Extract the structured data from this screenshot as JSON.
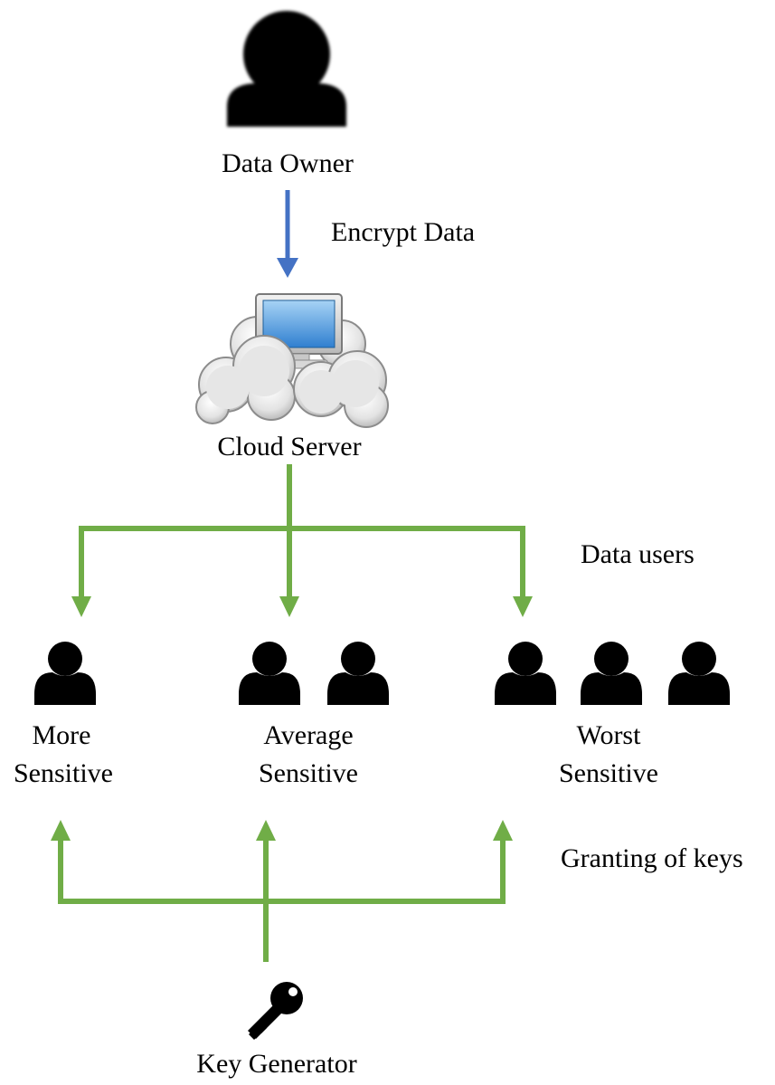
{
  "nodes": {
    "data_owner": "Data Owner",
    "cloud_server": "Cloud Server",
    "key_generator": "Key Generator"
  },
  "edge_labels": {
    "encrypt_data": "Encrypt Data",
    "data_users": "Data users",
    "granting_of_keys": "Granting of keys"
  },
  "user_groups": [
    {
      "line1": "More",
      "line2": "Sensitive",
      "user_count": 1
    },
    {
      "line1": "Average",
      "line2": "Sensitive",
      "user_count": 2
    },
    {
      "line1": "Worst",
      "line2": "Sensitive",
      "user_count": 3
    }
  ],
  "colors": {
    "encrypt_arrow": "#4472c4",
    "data_user_arrows": "#70ad47",
    "key_arrows": "#70ad47",
    "user_icons": "#000000",
    "monitor_screen": "#3d8fd6",
    "cloud": "#dcdcdc"
  },
  "icons": {
    "data_owner": "person-icon",
    "cloud_server": "cloud-computer-icon",
    "users": "person-icon",
    "key_generator": "key-icon"
  }
}
